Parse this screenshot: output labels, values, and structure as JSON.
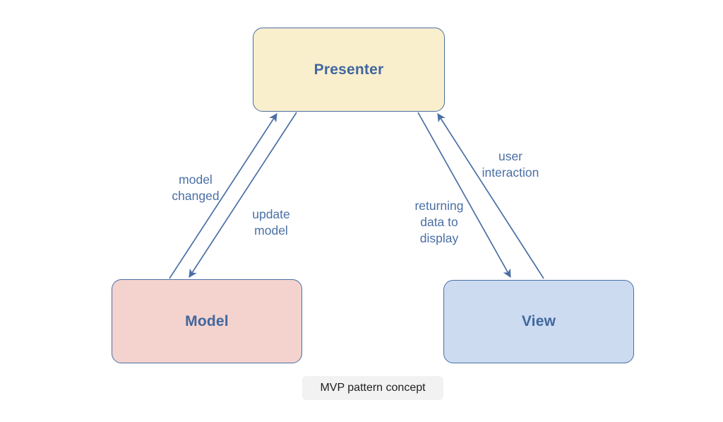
{
  "diagram": {
    "caption": "MVP pattern concept",
    "colors": {
      "presenter_fill": "#faefcd",
      "model_fill": "#f4d2ce",
      "view_fill": "#ccdbf0",
      "stroke": "#4a6fa5",
      "title_text": "#40679e",
      "label_text": "#4a6fa5",
      "caption_background": "#f2f2f2",
      "caption_text": "#1f1f1f",
      "canvas_background": "#ffffff"
    },
    "nodes": [
      {
        "id": "presenter",
        "label": "Presenter"
      },
      {
        "id": "model",
        "label": "Model"
      },
      {
        "id": "view",
        "label": "View"
      }
    ],
    "edges": [
      {
        "id": "model-changed",
        "label": "model\nchanged",
        "from": "Model",
        "to": "Presenter"
      },
      {
        "id": "update-model",
        "label": "update\nmodel",
        "from": "Presenter",
        "to": "Model"
      },
      {
        "id": "user-interaction",
        "label": "user\ninteraction",
        "from": "View",
        "to": "Presenter"
      },
      {
        "id": "returning-data",
        "label": "returning\ndata to\ndisplay",
        "from": "Presenter",
        "to": "View"
      }
    ]
  }
}
